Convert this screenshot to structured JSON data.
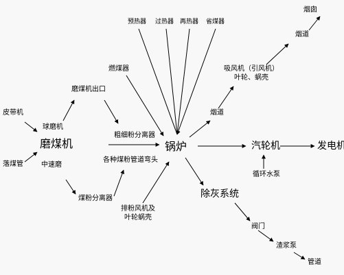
{
  "nodes": {
    "conveyor": "皮带机",
    "coal_pipe": "落煤管",
    "ball_mill": "球磨机",
    "mill": "磨煤机",
    "medium_mill": "中速磨",
    "mill_outlet": "磨煤机出口",
    "coarse_sep": "粗细粉分离器",
    "pipe_elbow": "各种煤粉管道弯头",
    "powder_sep": "煤粉分离器",
    "burner": "燃煤器",
    "preheater": "预热器",
    "superheater": "过热器",
    "reheater": "再热器",
    "economizer": "省煤器",
    "boiler": "锅炉",
    "flue_lower": "烟道",
    "fan_line1": "吸风机（引风机）",
    "fan_line2": "叶轮、蜗壳",
    "flue_upper": "烟道",
    "chimney": "烟囱",
    "turbine": "汽轮机",
    "generator": "发电机",
    "pump": "循环水泵",
    "ash": "除灰系统",
    "exhaust_line1": "排粉风机及",
    "exhaust_line2": "叶轮蜗壳",
    "valve": "阀门",
    "slurry_pump": "渣浆泵",
    "pipe": "管道"
  }
}
